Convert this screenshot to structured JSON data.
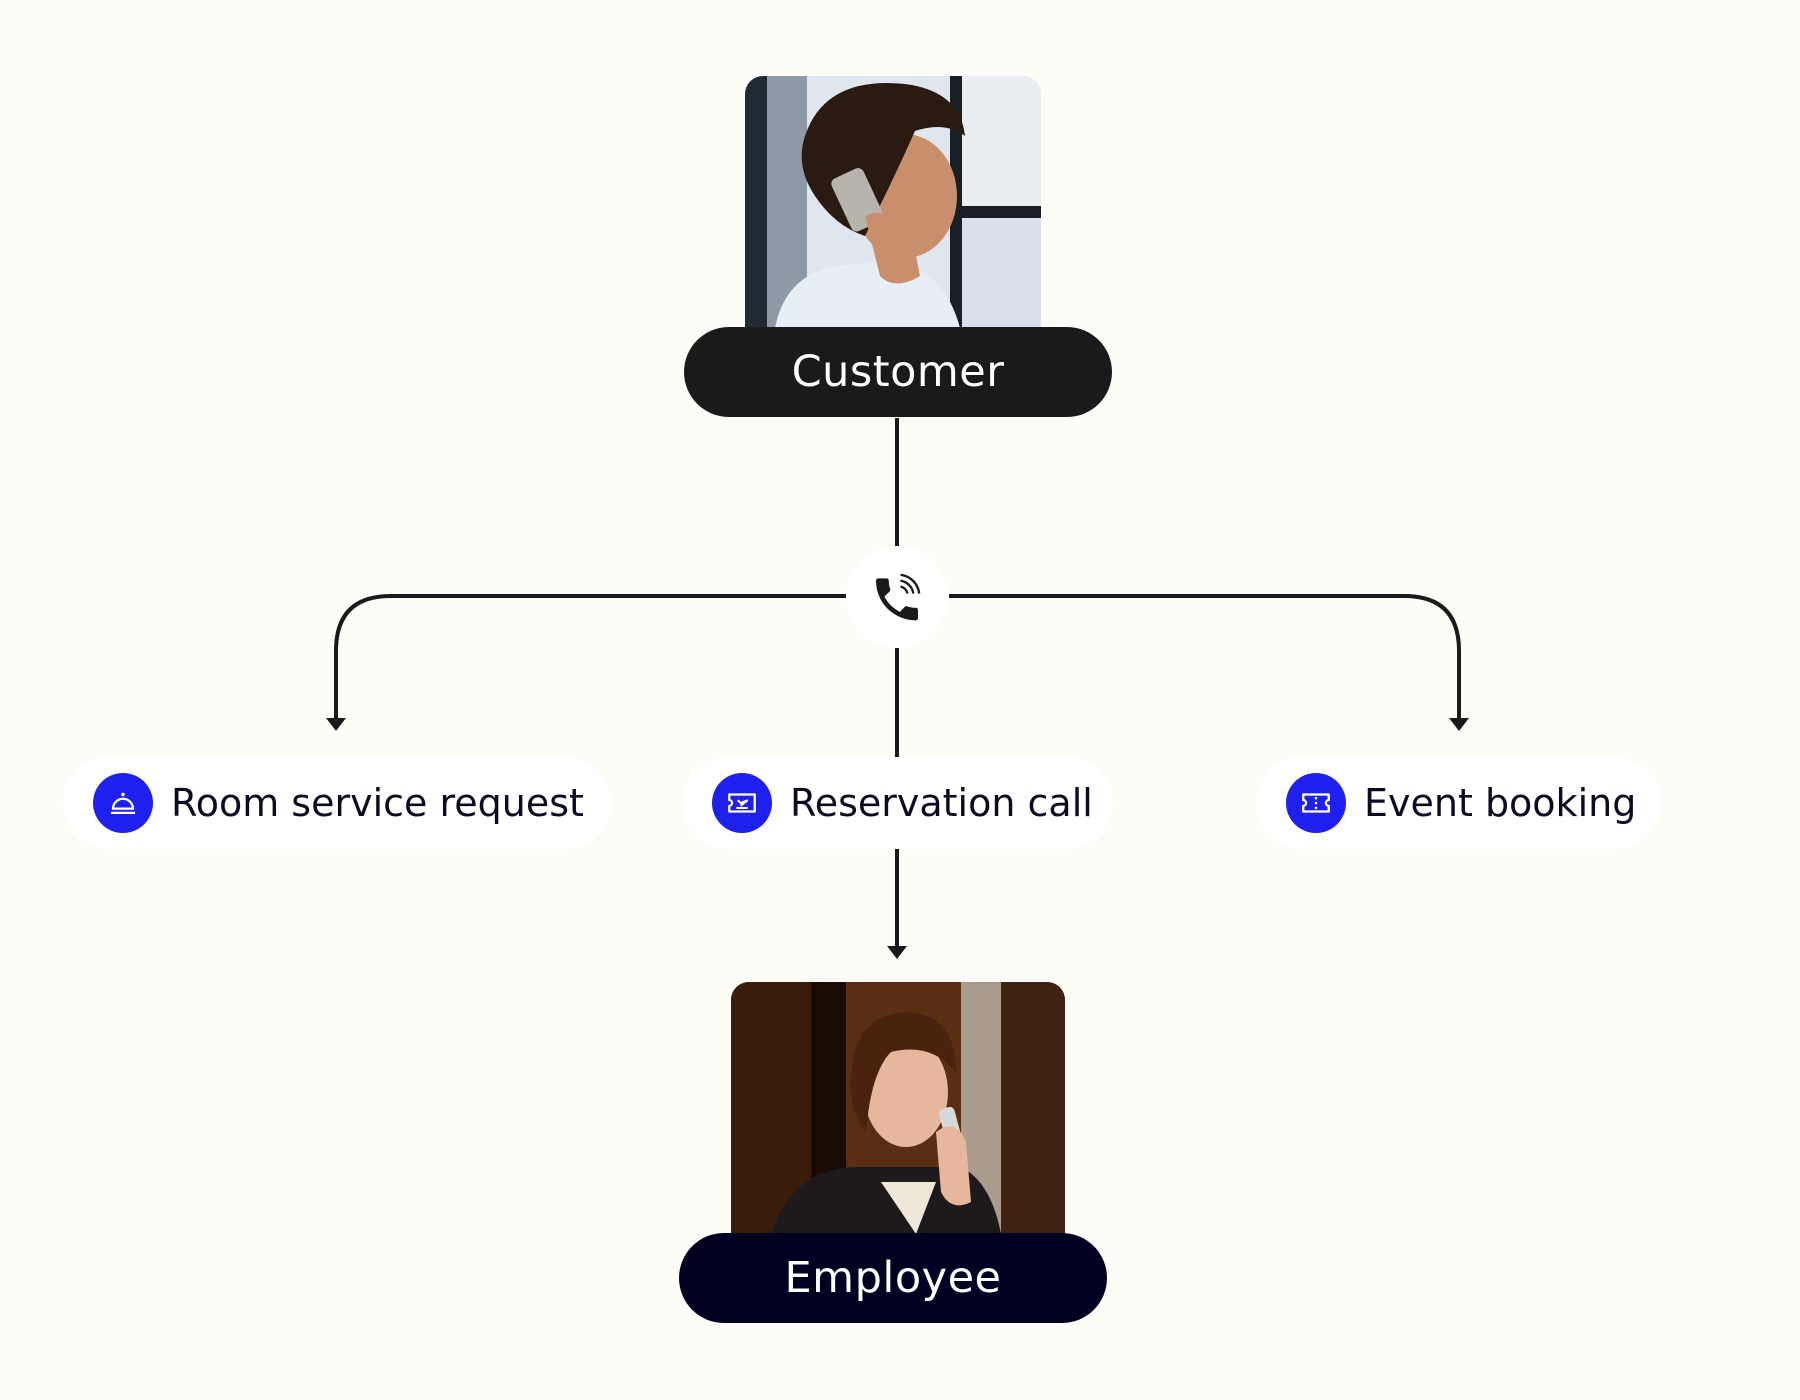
{
  "diagram": {
    "colors": {
      "background": "#fdfcf7",
      "line": "#1a1a1c",
      "accent": "#2020ee",
      "customer_pill": "#1a1a1c",
      "employee_pill": "#020122",
      "node_pill": "#ffffff"
    },
    "customer": {
      "label": "Customer",
      "photo": "man-talking-on-phone-photo"
    },
    "hub": {
      "icon": "phone-call-icon"
    },
    "nodes": [
      {
        "label": "Room service request",
        "icon": "service-bell-icon"
      },
      {
        "label": "Reservation call",
        "icon": "flight-ticket-icon"
      },
      {
        "label": "Event booking",
        "icon": "event-ticket-icon"
      }
    ],
    "employee": {
      "label": "Employee",
      "photo": "woman-talking-on-phone-photo"
    }
  }
}
